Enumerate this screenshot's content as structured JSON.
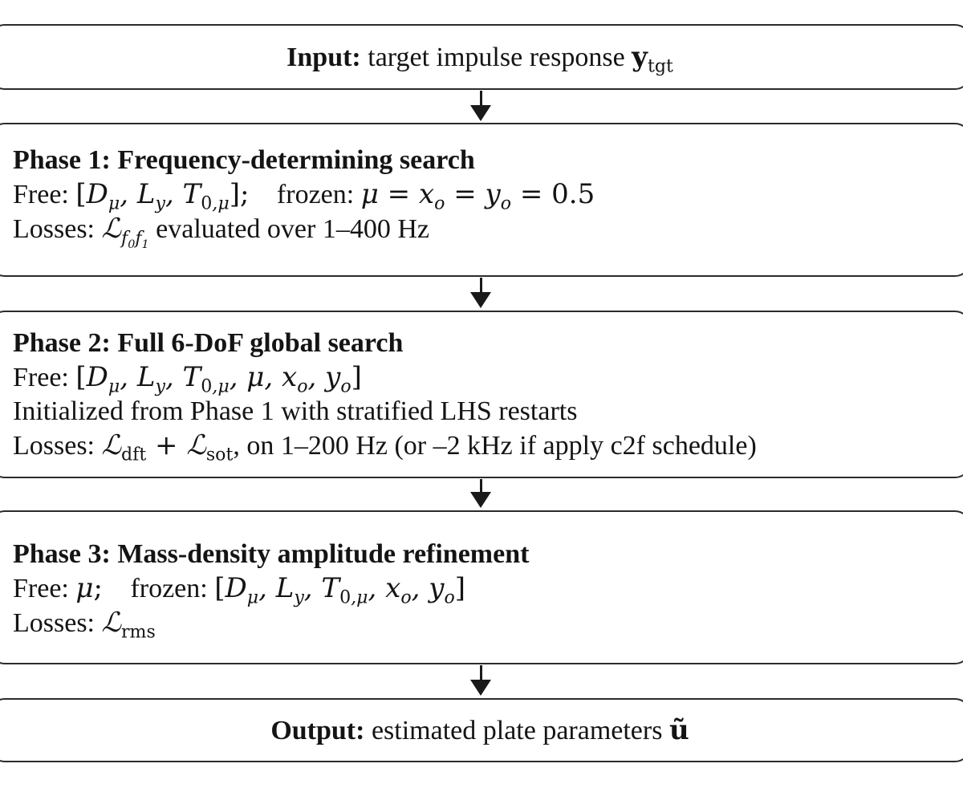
{
  "input": {
    "label": "Input:",
    "text": "target impulse response",
    "symbol": "y",
    "symbol_sub": "tgt"
  },
  "phase1": {
    "title": "Phase 1:  Frequency-determining search",
    "free_label": "Free:",
    "free_math": "[D",
    "free_math_full": "[D_μ, L_y, T_0,μ];",
    "frozen_label": "frozen:",
    "frozen_math": "μ = x_o = y_o = 0.5",
    "losses_label": "Losses:",
    "losses_tail": "evaluated over 1–400 Hz"
  },
  "phase2": {
    "title": "Phase 2:  Full 6-DoF global search",
    "free_label": "Free:",
    "init_text": "Initialized from Phase 1 with stratified LHS restarts",
    "losses_label": "Losses:",
    "losses_tail": ", on 1–200 Hz (or –2 kHz if apply c2f schedule)"
  },
  "phase3": {
    "title": "Phase 3:  Mass-density amplitude refinement",
    "free_label": "Free:",
    "frozen_label": "frozen:",
    "losses_label": "Losses:"
  },
  "output": {
    "label": "Output:",
    "text": "estimated plate parameters",
    "symbol": "ũ"
  }
}
